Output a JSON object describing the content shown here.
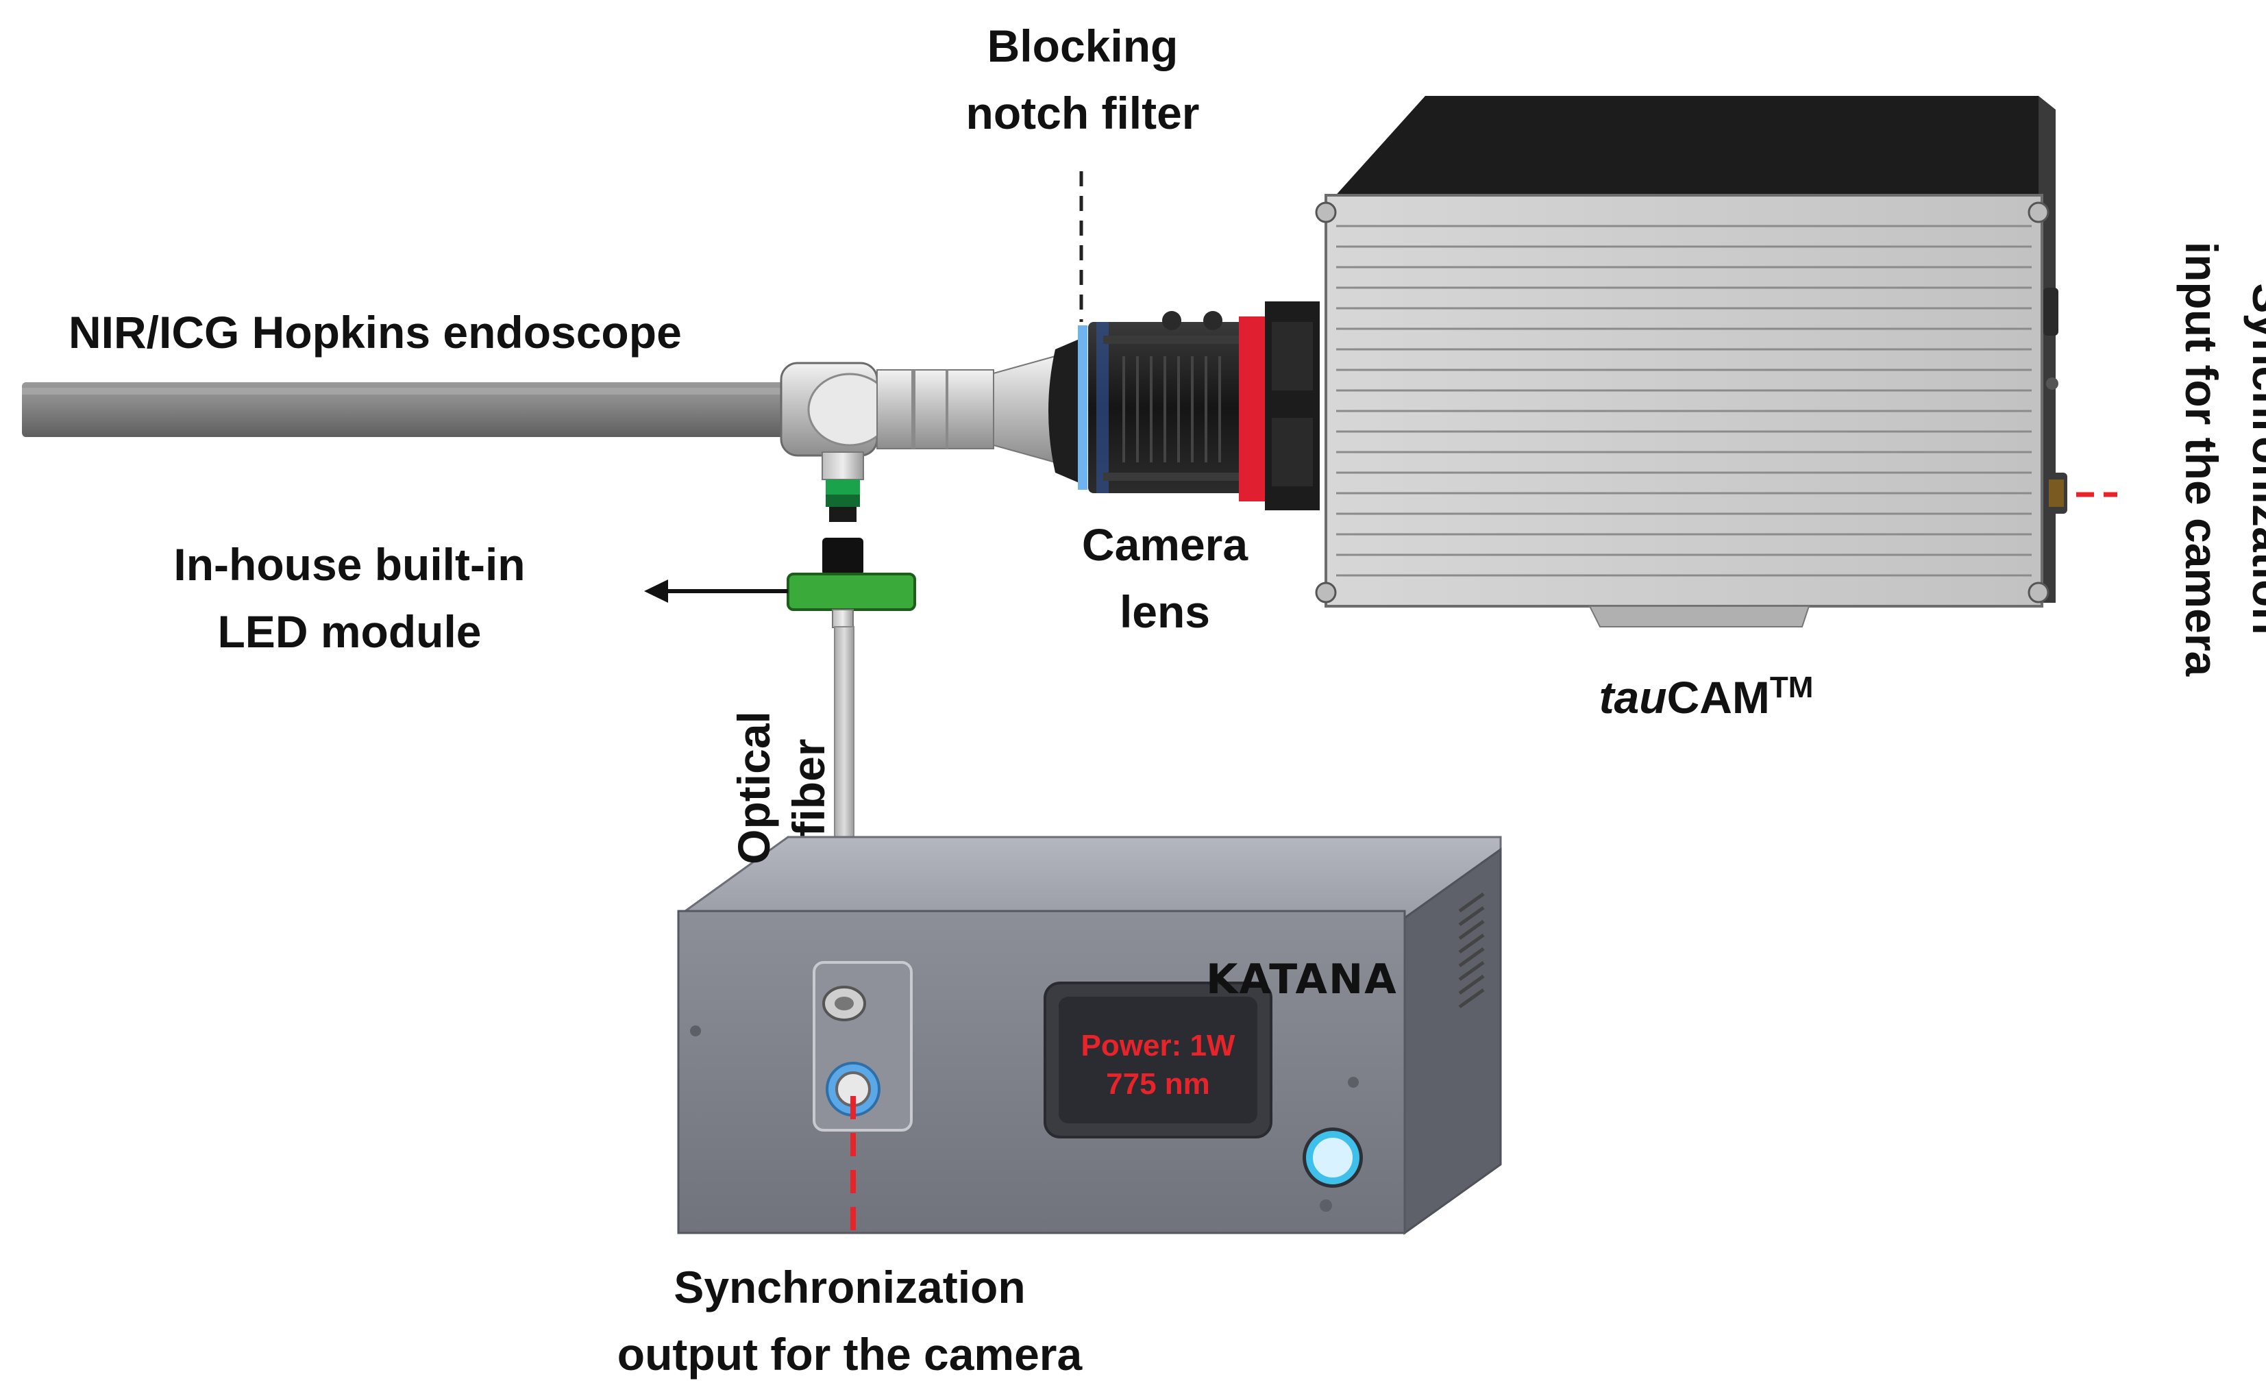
{
  "labels": {
    "blocking_filter": [
      "Blocking",
      "notch filter"
    ],
    "endoscope": "NIR/ICG Hopkins endoscope",
    "led_module": [
      "In-house built-in",
      "LED module"
    ],
    "camera_lens": [
      "Camera",
      "lens"
    ],
    "optical_fiber": [
      "Optical",
      "fiber"
    ],
    "camera_name_italic": "tau",
    "camera_name_rest": "CAM",
    "camera_name_tm": "TM",
    "sync_input": [
      "Synchronization",
      "input for the camera"
    ],
    "sync_output": [
      "Synchronization",
      "output for the camera"
    ]
  },
  "device": {
    "brand": "KATANA",
    "screen_line1": "Power: 1W",
    "screen_line2": "775 nm"
  },
  "colors": {
    "sync_line": "#e8242a",
    "led_green": "#3aaa3a",
    "lens_red": "#e02030",
    "lens_blue": "#6fb4f0",
    "screen_text": "#e8242a",
    "device_body": "#7a7d86",
    "camera_body": "#c9c9c9"
  }
}
